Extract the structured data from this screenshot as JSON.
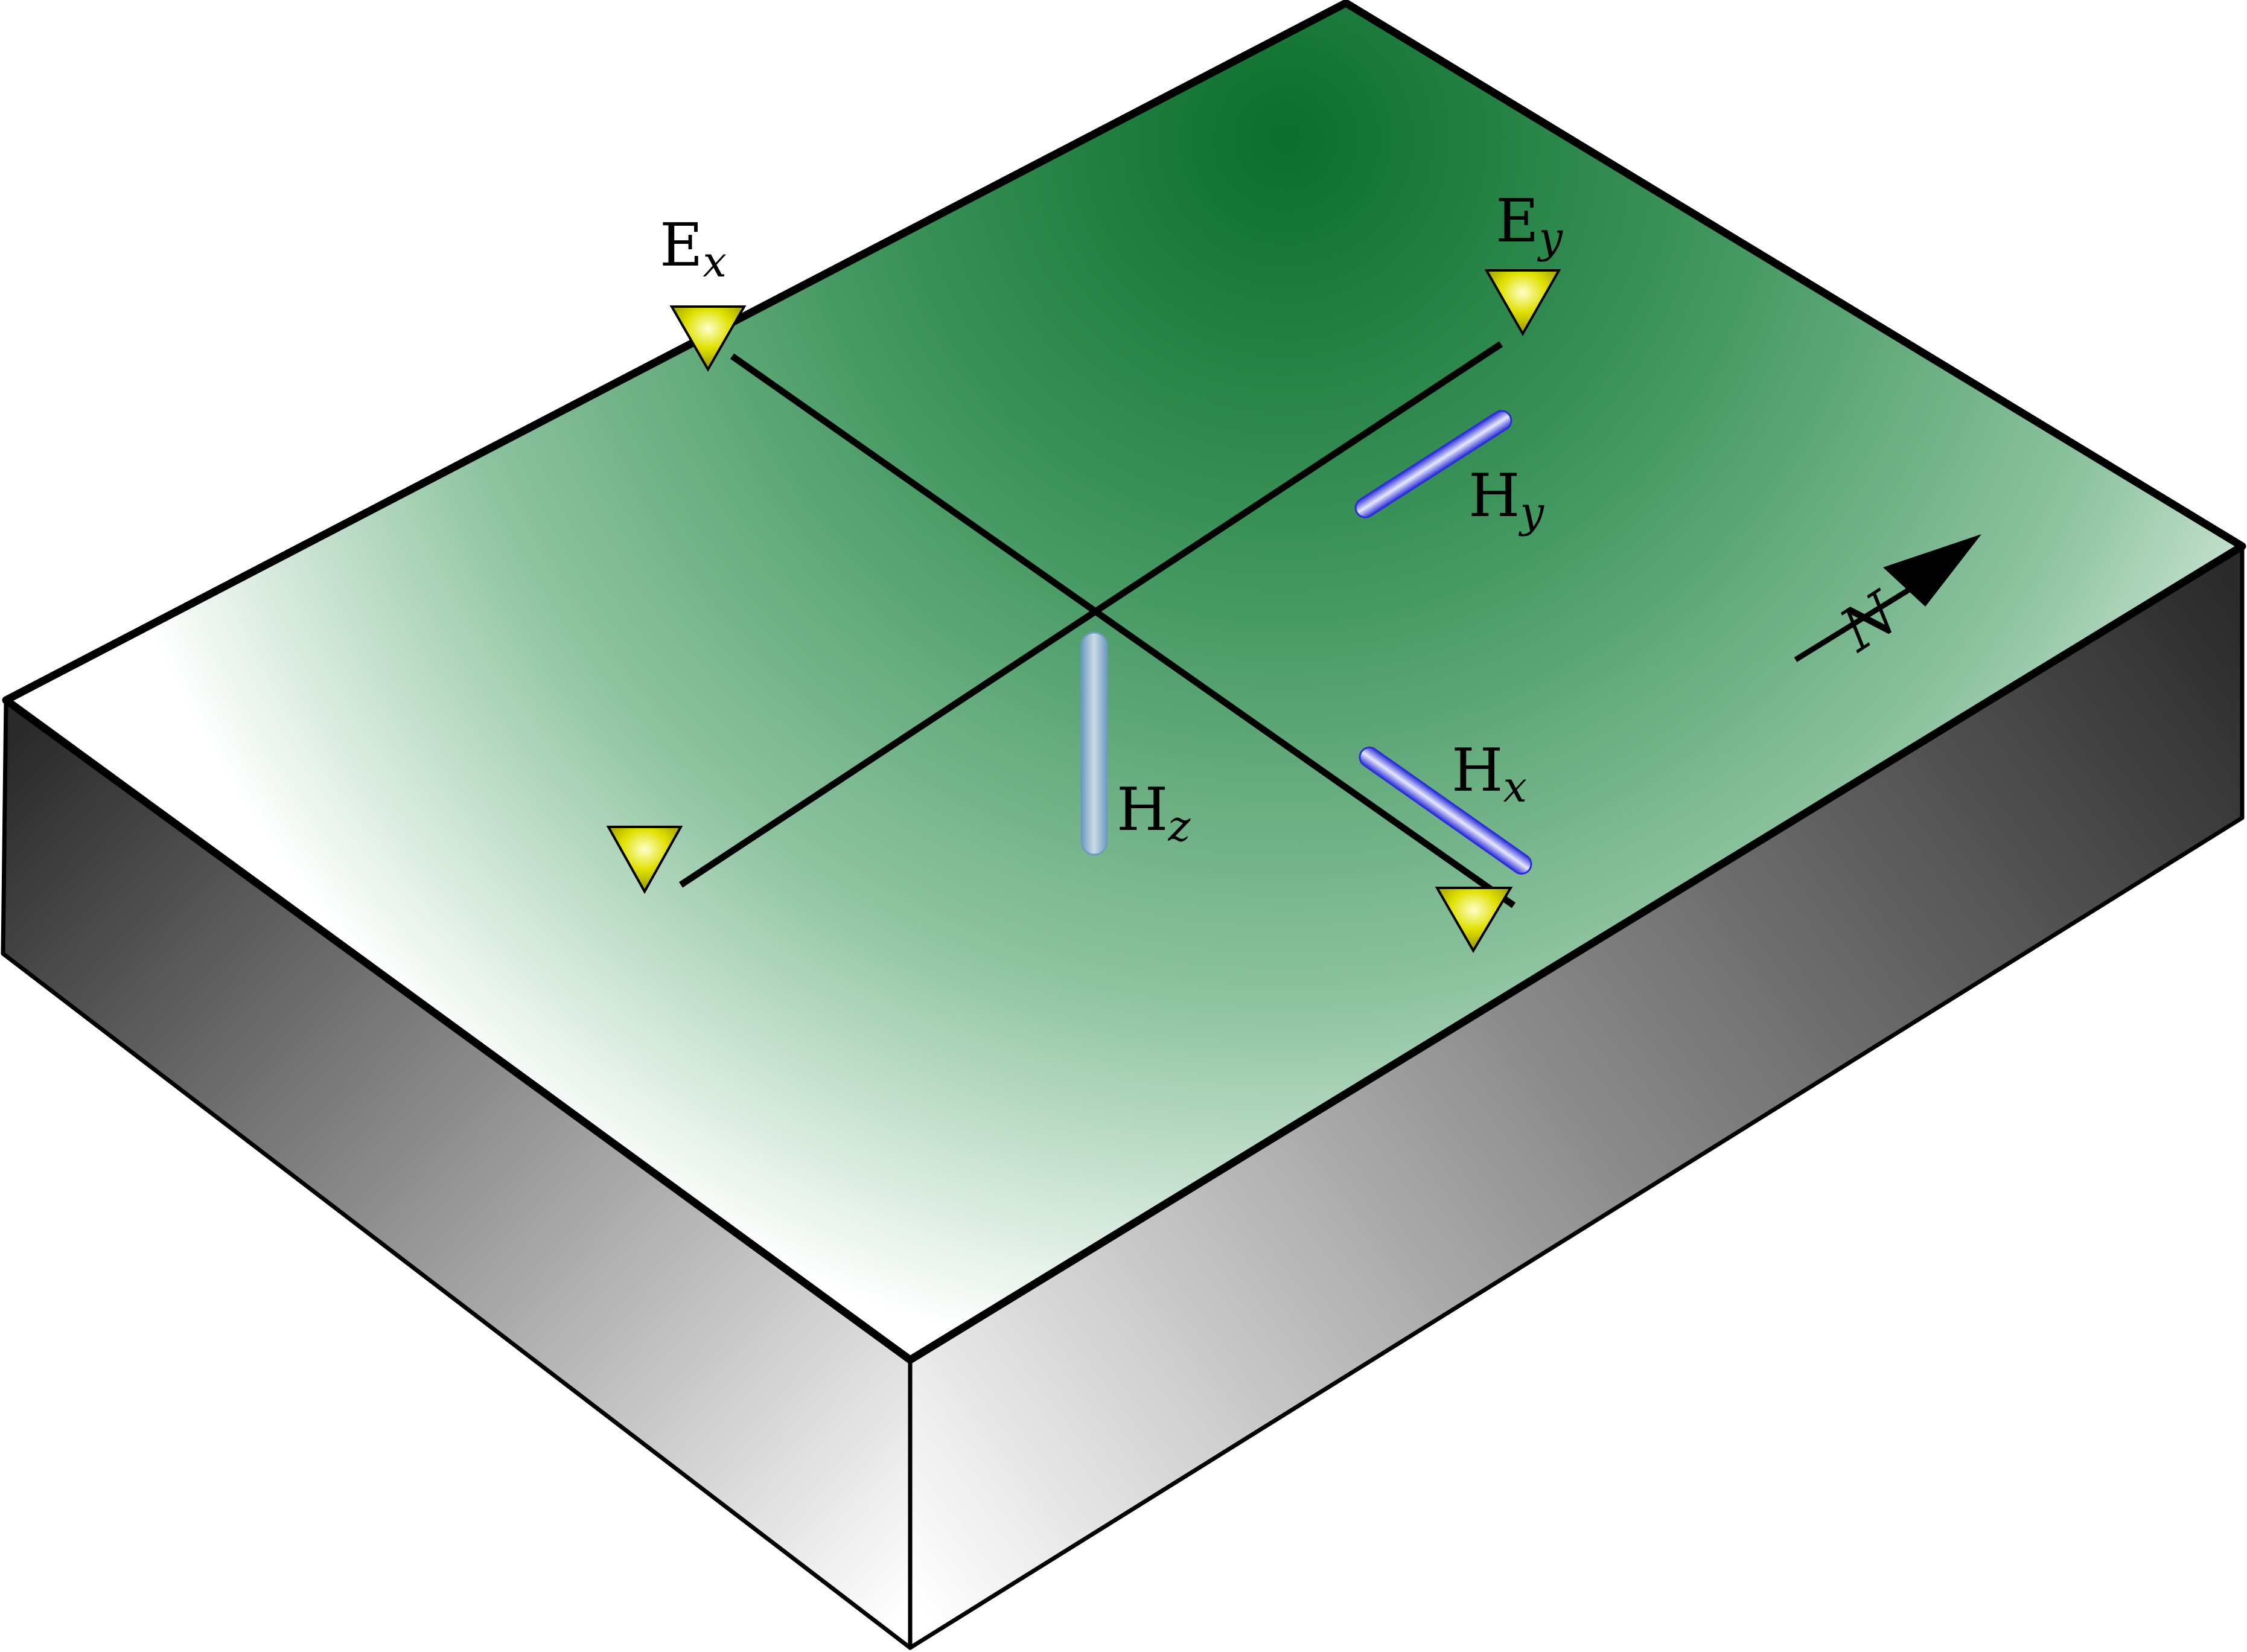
{
  "colors": {
    "surface_dark": "#0b6e2c",
    "surface_light": "#ffffff",
    "side_dark": "#2a2a2a",
    "side_light": "#ffffff",
    "electrode": "#e0e000",
    "magnetometer": "#2b2fd6",
    "vertical_coil": "#6f9bc0"
  },
  "labels": {
    "ex_main": "E",
    "ex_sub": "x",
    "ey_main": "E",
    "ey_sub": "y",
    "hx_main": "H",
    "hx_sub": "x",
    "hy_main": "H",
    "hy_sub": "y",
    "hz_main": "H",
    "hz_sub": "z",
    "north": "N"
  },
  "icons": {
    "electrode": "inverted-triangle",
    "north": "arrow"
  }
}
